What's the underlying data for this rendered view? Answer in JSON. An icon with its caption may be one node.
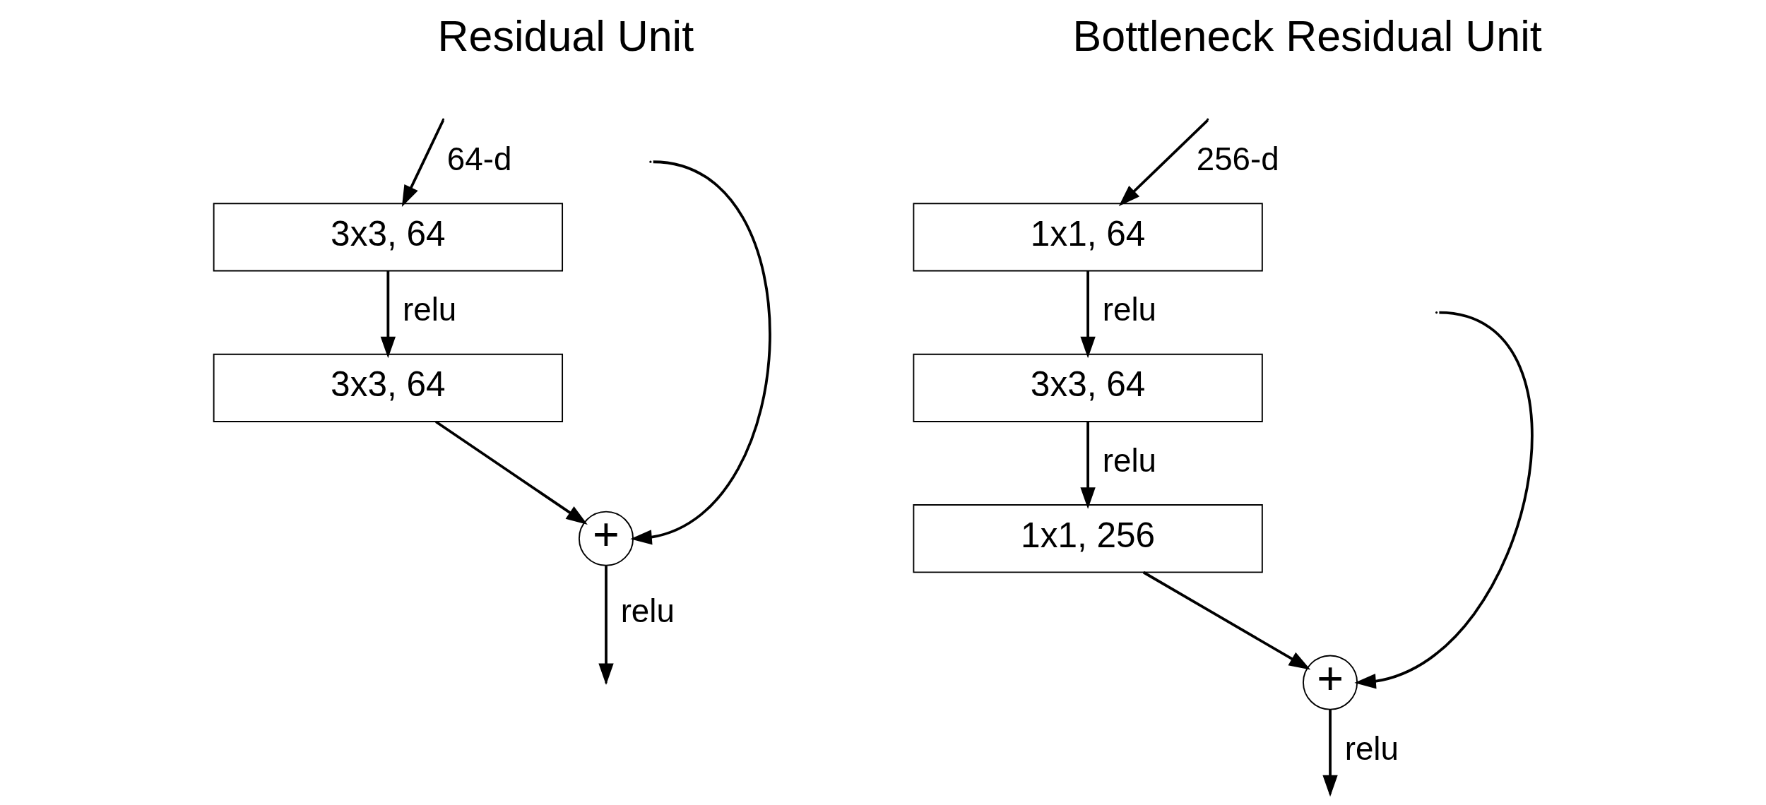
{
  "diagram": {
    "nodes": [
      {
        "text": [
          "3x3, 64"
        ]
      },
      {
        "text": [
          "3x3, 64"
        ]
      },
      {
        "text": [
          "+"
        ]
      },
      {
        "text": [
          "1x1, 64"
        ]
      },
      {
        "text": [
          "3x3, 64"
        ]
      },
      {
        "text": [
          "1x1, 256"
        ]
      },
      {
        "text": [
          "+"
        ]
      }
    ],
    "edges": [
      {
        "from": null,
        "to": 0,
        "arrow": "to",
        "label": "64-d"
      },
      {
        "from": 0,
        "to": 1,
        "arrow": "to",
        "label": "relu"
      },
      {
        "from": 1,
        "to": 2,
        "arrow": "to"
      },
      {
        "from": null,
        "to": 2,
        "arrow": "to"
      },
      {
        "from": 2,
        "to": null,
        "arrow": "to",
        "label": "relu"
      },
      {
        "from": null,
        "to": 3,
        "arrow": "to",
        "label": "256-d"
      },
      {
        "from": 3,
        "to": 4,
        "arrow": "to",
        "label": "relu"
      },
      {
        "from": 4,
        "to": 5,
        "arrow": "to",
        "label": "relu"
      },
      {
        "from": 5,
        "to": 6,
        "arrow": "to"
      },
      {
        "from": null,
        "to": 6,
        "arrow": "to"
      },
      {
        "from": 6,
        "to": null,
        "arrow": "to",
        "label": "relu"
      }
    ],
    "labels": [
      "Residual Unit",
      "Bottleneck Residual Unit"
    ]
  }
}
